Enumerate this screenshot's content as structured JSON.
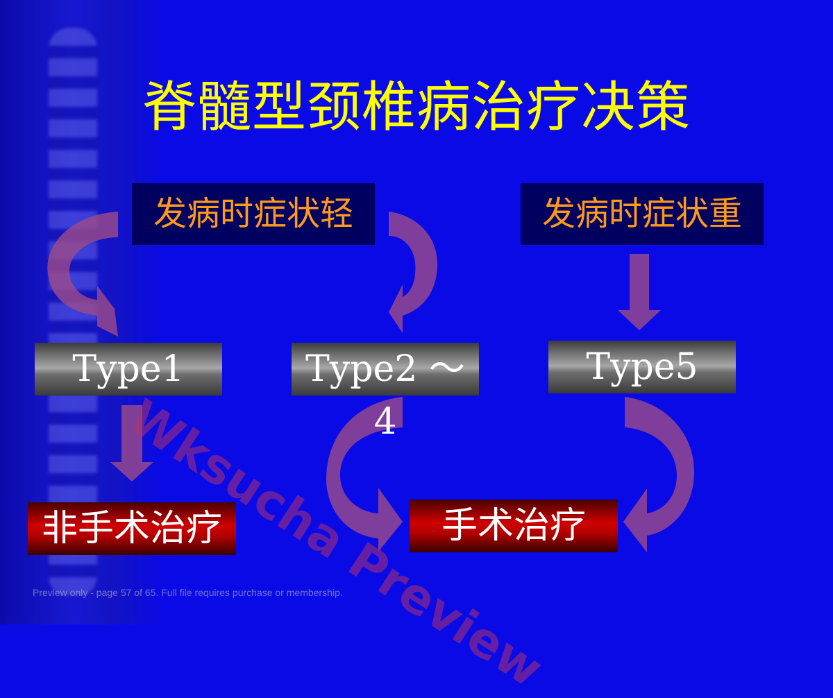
{
  "title": "脊髓型颈椎病治疗决策",
  "conditions": {
    "mild": "发病时症状轻",
    "severe": "发病时症状重"
  },
  "types": {
    "type1": "Type1",
    "type2to4": "Type2 ～ 4",
    "type5": "Type5"
  },
  "treatments": {
    "non_surgical": "非手术治疗",
    "surgical": "手术治疗"
  },
  "watermark": "Wksucha Preview",
  "footer": "Preview only - page 57 of 65. Full file requires purchase or membership.",
  "colors": {
    "background": "#0a0ae6",
    "title": "#ffff00",
    "condition_text": "#ff9a1a",
    "condition_box": "#000060",
    "arrow": "#9a4a8a"
  }
}
